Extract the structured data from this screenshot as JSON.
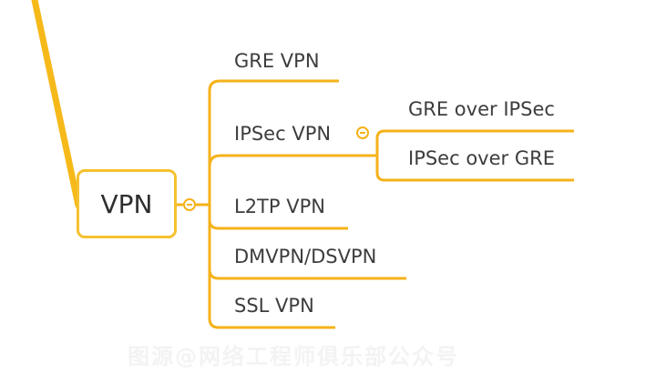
{
  "root": {
    "label": "VPN"
  },
  "children": [
    {
      "label": "GRE VPN"
    },
    {
      "label": "IPSec VPN",
      "children": [
        {
          "label": "GRE over IPSec"
        },
        {
          "label": "IPSec over GRE"
        }
      ]
    },
    {
      "label": "L2TP VPN"
    },
    {
      "label": "DMVPN/DSVPN"
    },
    {
      "label": "SSL VPN"
    }
  ],
  "watermark": "图源@网络工程师俱乐部公众号",
  "colors": {
    "branch": "#f5b21a",
    "root_border": "#f5c12e",
    "parent_branch": "#f6b91a",
    "text": "#3d3d3d"
  }
}
